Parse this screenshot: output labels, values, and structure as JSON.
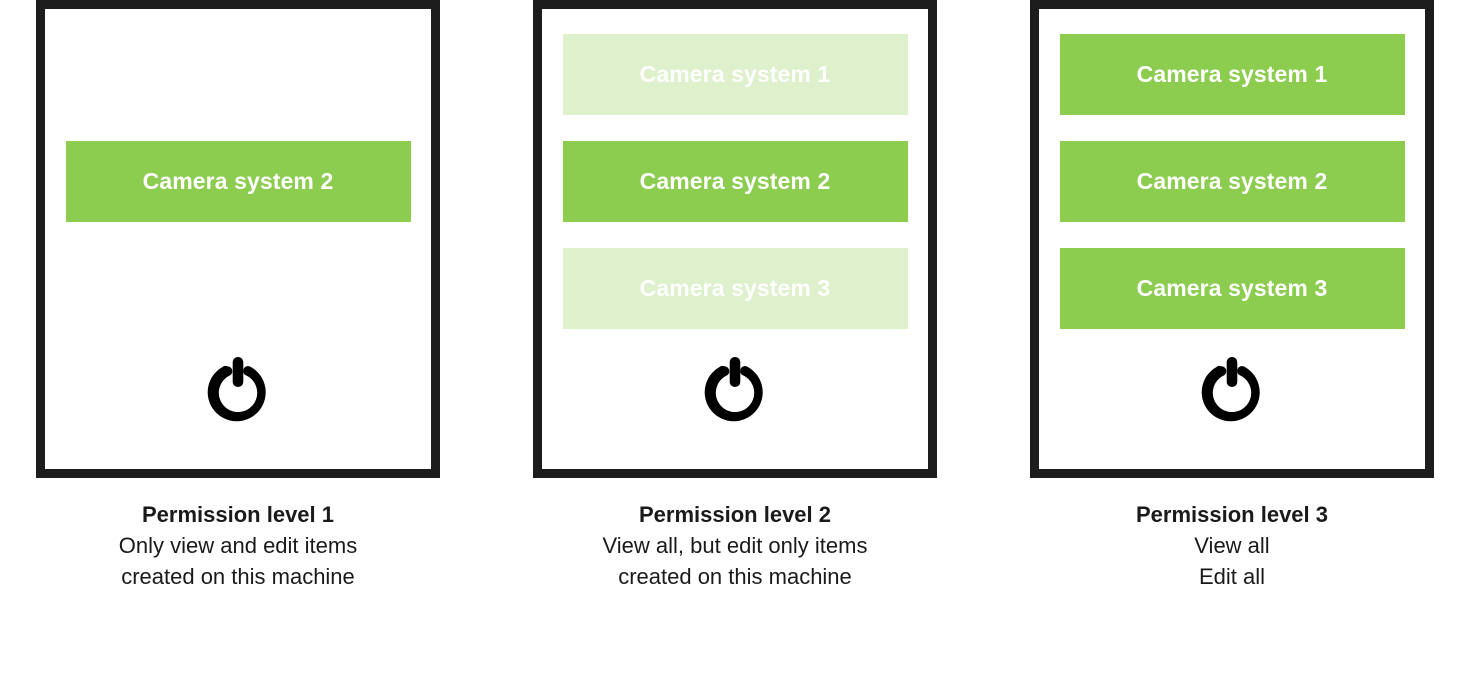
{
  "diagram": {
    "background_color": "#ffffff",
    "panel_border_color": "#1d1d1d",
    "accent_color": "#8ccd50",
    "accent_faded_color": "#def0cc",
    "label_color": "#ffffff",
    "text_color": "#1a1a1a",
    "power_icon_name": "power-icon"
  },
  "panels": [
    {
      "slots": [
        {
          "label": "",
          "state": "empty"
        },
        {
          "label": "Camera system 2",
          "state": "active"
        },
        {
          "label": "",
          "state": "empty"
        }
      ],
      "caption": {
        "title": "Permission level 1",
        "line1": "Only view and edit items",
        "line2": "created on this machine"
      }
    },
    {
      "slots": [
        {
          "label": "Camera system 1",
          "state": "faded"
        },
        {
          "label": "Camera system 2",
          "state": "active"
        },
        {
          "label": "Camera system 3",
          "state": "faded"
        }
      ],
      "caption": {
        "title": "Permission level 2",
        "line1": "View all, but edit only items",
        "line2": "created on this machine"
      }
    },
    {
      "slots": [
        {
          "label": "Camera system 1",
          "state": "active"
        },
        {
          "label": "Camera system 2",
          "state": "active"
        },
        {
          "label": "Camera system 3",
          "state": "active"
        }
      ],
      "caption": {
        "title": "Permission level 3",
        "line1": "View all",
        "line2": "Edit all"
      }
    }
  ]
}
